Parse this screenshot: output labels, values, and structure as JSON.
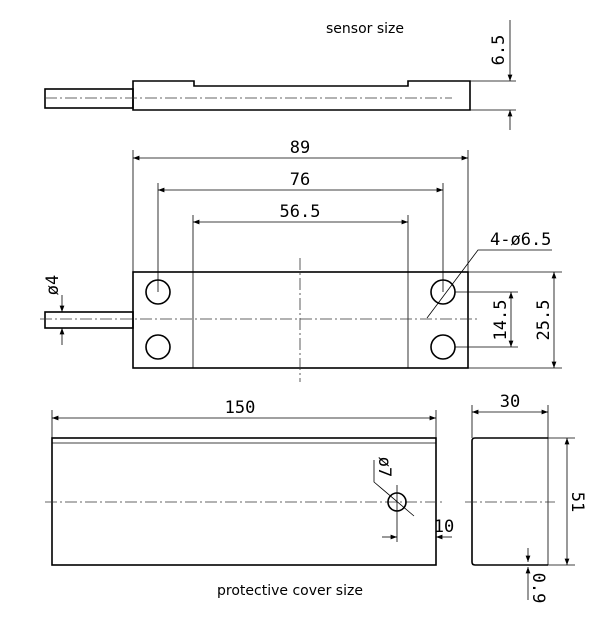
{
  "titles": {
    "sensor": "sensor size",
    "cover": "protective cover size"
  },
  "sensor_side": {
    "thickness": "6.5"
  },
  "sensor_top": {
    "overall_length": "89",
    "hole_spacing": "76",
    "inner_length": "56.5",
    "holes": "4-ø6.5",
    "wire_dia": "ø4",
    "hole_pitch": "14.5",
    "width": "25.5"
  },
  "cover_front": {
    "length": "150",
    "hole_dia": "ø7",
    "hole_offset": "10"
  },
  "cover_side": {
    "width": "30",
    "height": "51",
    "thickness": "0.9"
  }
}
